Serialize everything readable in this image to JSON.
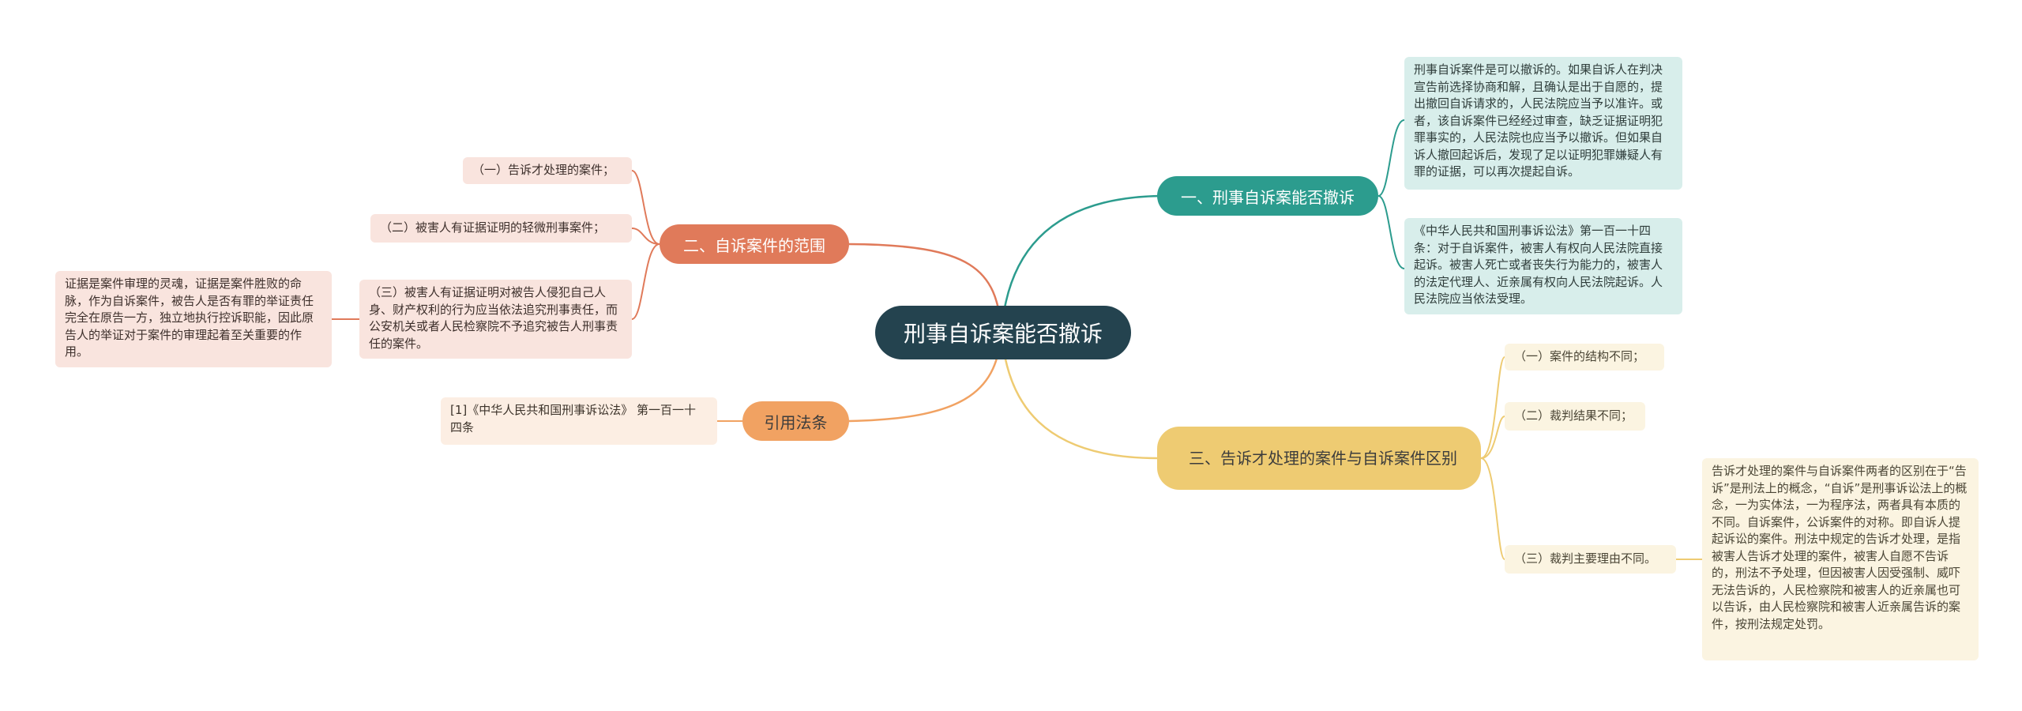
{
  "root": {
    "label": "刑事自诉案能否撤诉"
  },
  "colors": {
    "root": "#24434f",
    "teal": "#2c9c8e",
    "red": "#e07a5a",
    "orange": "#f1a262",
    "yellow": "#eecb72"
  },
  "branches": {
    "b1": {
      "label": "一、刑事自诉案能否撤诉",
      "children": [
        "刑事自诉案件是可以撤诉的。如果自诉人在判决宣告前选择协商和解，且确认是出于自愿的，提出撤回自诉请求的，人民法院应当予以准许。或者，该自诉案件已经经过审查，缺乏证据证明犯罪事实的，人民法院也应当予以撤诉。但如果自诉人撤回起诉后，发现了足以证明犯罪嫌疑人有罪的证据，可以再次提起自诉。",
        "《中华人民共和国刑事诉讼法》第一百一十四条：对于自诉案件，被害人有权向人民法院直接起诉。被害人死亡或者丧失行为能力的，被害人的法定代理人、近亲属有权向人民法院起诉。人民法院应当依法受理。"
      ]
    },
    "b2": {
      "label": "二、自诉案件的范围",
      "children": [
        "（一）告诉才处理的案件；",
        "（二）被害人有证据证明的轻微刑事案件；",
        "（三）被害人有证据证明对被告人侵犯自己人身、财产权利的行为应当依法追究刑事责任，而公安机关或者人民检察院不予追究被告人刑事责任的案件。"
      ],
      "note": "证据是案件审理的灵魂，证据是案件胜败的命脉，作为自诉案件，被告人是否有罪的举证责任完全在原告一方，独立地执行控诉职能，因此原告人的举证对于案件的审理起着至关重要的作用。"
    },
    "b3": {
      "label": "引用法条",
      "children": [
        "[1]《中华人民共和国刑事诉讼法》 第一百一十四条"
      ]
    },
    "b4": {
      "label": "三、告诉才处理的案件与自诉案件区别",
      "children": [
        "（一）案件的结构不同；",
        "（二）裁判结果不同；",
        "（三）裁判主要理由不同。"
      ],
      "note": "告诉才处理的案件与自诉案件两者的区别在于“告诉”是刑法上的概念，“自诉”是刑事诉讼法上的概念，一为实体法，一为程序法，两者具有本质的不同。自诉案件，公诉案件的对称。即自诉人提起诉讼的案件。刑法中规定的告诉才处理，是指被害人告诉才处理的案件，被害人自愿不告诉的，刑法不予处理，但因被害人因受强制、威吓无法告诉的，人民检察院和被害人的近亲属也可以告诉，由人民检察院和被害人近亲属告诉的案件，按刑法规定处罚。"
    }
  }
}
